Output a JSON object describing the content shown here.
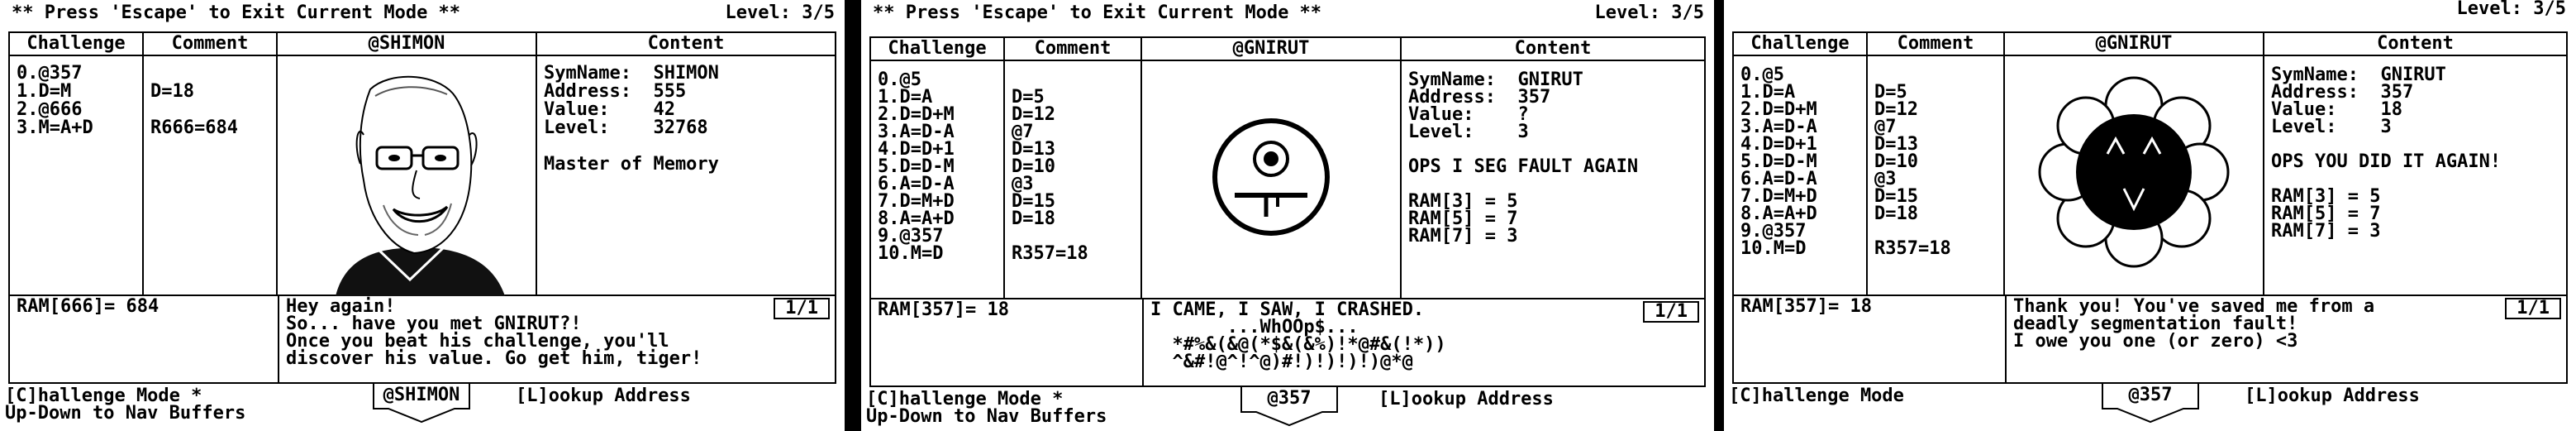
{
  "panels": [
    {
      "top": {
        "message": "** Press 'Escape' to Exit Current Mode **",
        "level": "Level: 3/5"
      },
      "headers": {
        "challenge": "Challenge",
        "comment": "Comment",
        "target": "@SHIMON",
        "content": "Content"
      },
      "challenge_text": "0.@357\n1.D=M\n2.@666\n3.M=A+D",
      "comment_text": "\nD=18\n\nR666=684",
      "content_text": "SymName:  SHIMON\nAddress:  555\nValue:    42\nLevel:    32768\n\nMaster of Memory",
      "ram": "RAM[666]= 684",
      "dialog": "Hey again!\nSo... have you met GNIRUT?!\nOnce you beat his challenge, you'll\ndiscover his value. Go get him, tiger!",
      "page": "1/1",
      "mode": "[C]hallenge Mode *\nUp-Down to Nav Buffers",
      "tab": "@SHIMON",
      "lookup": "[L]ookup Address",
      "portrait": "shimon-face"
    },
    {
      "top": {
        "message": "** Press 'Escape' to Exit Current Mode **",
        "level": "Level: 3/5"
      },
      "headers": {
        "challenge": "Challenge",
        "comment": "Comment",
        "target": "@GNIRUT",
        "content": "Content"
      },
      "challenge_text": "0.@5\n1.D=A\n2.D=D+M\n3.A=D-A\n4.D=D+1\n5.D=D-M\n6.A=D-A\n7.D=M+D\n8.A=A+D\n9.@357\n10.M=D",
      "comment_text": "\nD=5\nD=12\n@7\nD=13\nD=10\n@3\nD=15\nD=18\n\nR357=18",
      "content_text": "SymName:  GNIRUT\nAddress:  357\nValue:    ?\nLevel:    3\n\nOPS I SEG FAULT AGAIN\n\nRAM[3] = 5\nRAM[5] = 7\nRAM[7] = 3",
      "ram": "RAM[357]= 18",
      "dialog": "I CAME, I SAW, I CRASHED.\n       ...WhOOp$...\n  *#%&(&@(*$&(&%)!*@#&(!*))\n  ^&#!@^!^@)#!)!)!)!)@*@",
      "page": "1/1",
      "mode": "[C]hallenge Mode *\nUp-Down to Nav Buffers",
      "tab": "@357",
      "lookup": "[L]ookup Address",
      "portrait": "gnirut-cyclops"
    },
    {
      "top": {
        "message": "",
        "level": "Level: 3/5"
      },
      "headers": {
        "challenge": "Challenge",
        "comment": "Comment",
        "target": "@GNIRUT",
        "content": "Content"
      },
      "challenge_text": "0.@5\n1.D=A\n2.D=D+M\n3.A=D-A\n4.D=D+1\n5.D=D-M\n6.A=D-A\n7.D=M+D\n8.A=A+D\n9.@357\n10.M=D",
      "comment_text": "\nD=5\nD=12\n@7\nD=13\nD=10\n@3\nD=15\nD=18\n\nR357=18",
      "content_text": "SymName:  GNIRUT\nAddress:  357\nValue:    18\nLevel:    3\n\nOPS YOU DID IT AGAIN!\n\nRAM[3] = 5\nRAM[5] = 7\nRAM[7] = 3",
      "ram": "RAM[357]= 18",
      "dialog": "Thank you! You've saved me from a\ndeadly segmentation fault!\nI owe you one (or zero) <3",
      "page": "1/1",
      "mode": "[C]hallenge Mode\n",
      "tab": "@357",
      "lookup": "[L]ookup Address",
      "portrait": "gnirut-flower"
    }
  ]
}
